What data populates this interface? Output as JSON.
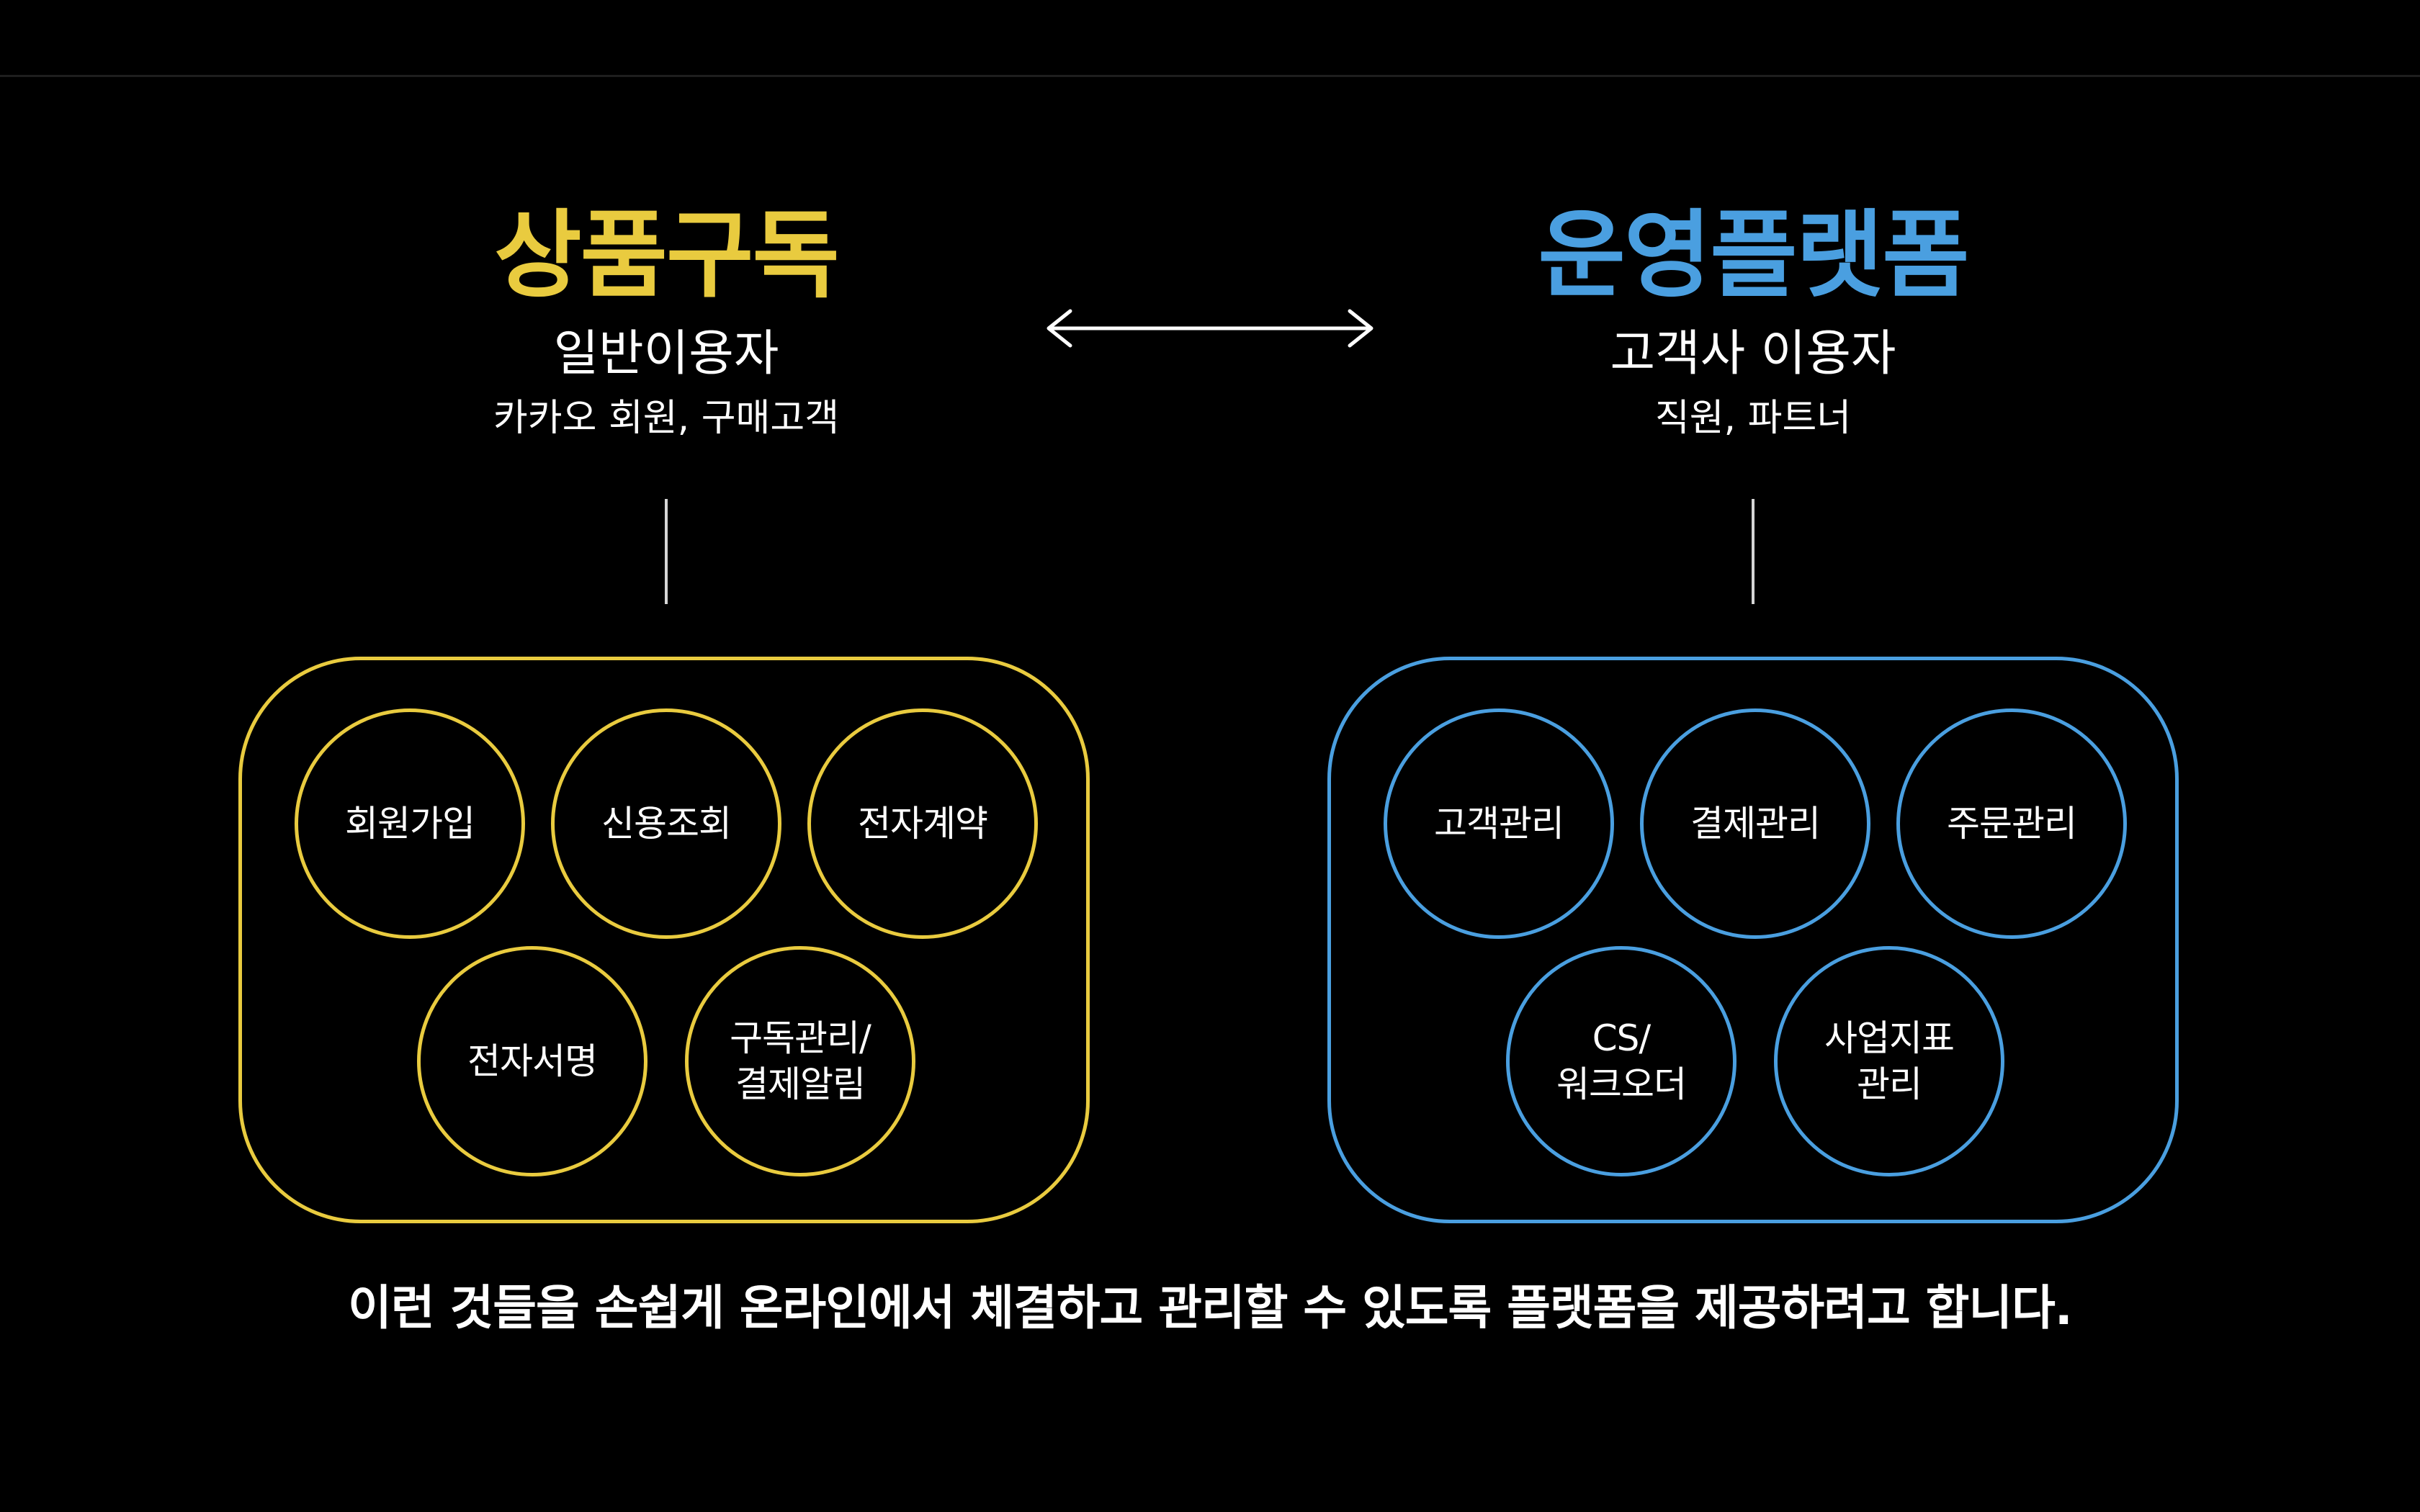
{
  "colors": {
    "background": "#000000",
    "left_accent": "#e9cb3f",
    "right_accent": "#4a9fe0",
    "text": "#ffffff"
  },
  "left": {
    "title": "상품구독",
    "subtitle": "일반이용자",
    "description": "카카오 회원, 구매고객",
    "features": [
      "회원가입",
      "신용조회",
      "전자계약",
      "전자서명",
      "구독관리/\n결제알림"
    ]
  },
  "right": {
    "title": "운영플랫폼",
    "subtitle": "고객사 이용자",
    "description": "직원, 파트너",
    "features": [
      "고객관리",
      "결제관리",
      "주문관리",
      "CS/\n워크오더",
      "사업지표\n관리"
    ]
  },
  "arrow_icon": "double-headed-arrow",
  "footer": "이런 것들을 손쉽게 온라인에서 체결하고 관리할 수 있도록 플랫폼을 제공하려고 합니다."
}
